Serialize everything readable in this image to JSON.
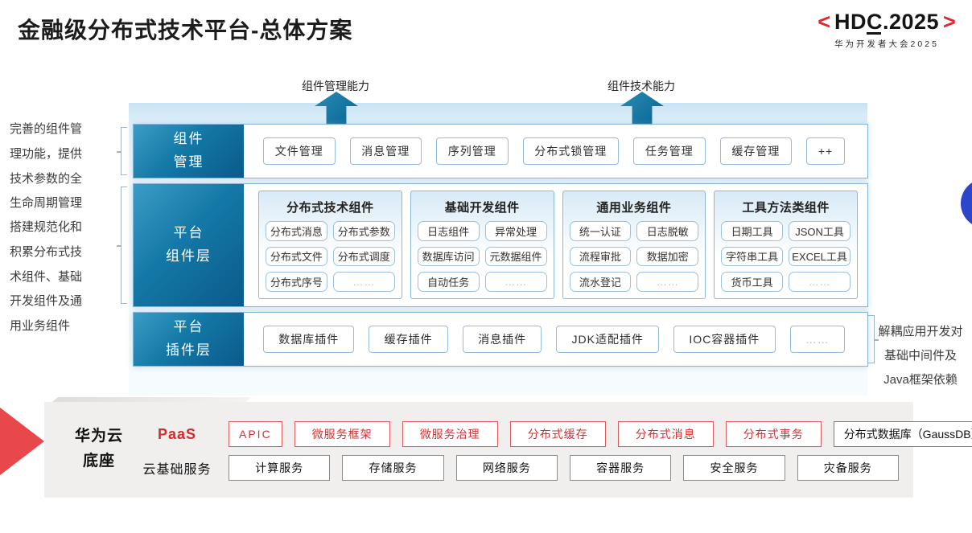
{
  "header": {
    "title": "金融级分布式技术平台-总体方案",
    "logo": {
      "left_angle": "<",
      "text": "HDC.2025",
      "right_angle": ">",
      "subtitle": "华为开发者大会2025"
    }
  },
  "arrows": [
    {
      "label": "组件管理能力"
    },
    {
      "label": "组件技术能力"
    }
  ],
  "annotations": {
    "left_top": "完善的组件管理功能，提供技术参数的全生命周期管理",
    "left_bottom": "搭建规范化和积累分布式技术组件、基础开发组件及通用业务组件",
    "right_lines": [
      "解耦应用开发对",
      "基础中间件及",
      "Java框架依赖"
    ]
  },
  "rows": {
    "component_mgmt": {
      "label_lines": [
        "组件",
        "管理"
      ],
      "items": [
        "文件管理",
        "消息管理",
        "序列管理",
        "分布式锁管理",
        "任务管理",
        "缓存管理",
        "++"
      ]
    },
    "platform_components": {
      "label_lines": [
        "平台",
        "组件层"
      ],
      "groups": [
        {
          "title": "分布式技术组件",
          "items": [
            "分布式消息",
            "分布式参数",
            "分布式文件",
            "分布式调度",
            "分布式序号",
            "……"
          ]
        },
        {
          "title": "基础开发组件",
          "items": [
            "日志组件",
            "异常处理",
            "数据库访问",
            "元数据组件",
            "自动任务",
            "……"
          ]
        },
        {
          "title": "通用业务组件",
          "items": [
            "统一认证",
            "日志脱敏",
            "流程审批",
            "数据加密",
            "流水登记",
            "……"
          ]
        },
        {
          "title": "工具方法类组件",
          "items": [
            "日期工具",
            "JSON工具",
            "字符串工具",
            "EXCEL工具",
            "货币工具",
            "……"
          ]
        }
      ]
    },
    "platform_plugins": {
      "label_lines": [
        "平台",
        "插件层"
      ],
      "items": [
        "数据库插件",
        "缓存插件",
        "消息插件",
        "JDK适配插件",
        "IOC容器插件",
        "……"
      ]
    }
  },
  "foundation": {
    "title_lines": [
      "华为云",
      "底座"
    ],
    "paas": {
      "label": "PaaS",
      "items": [
        "APIC",
        "微服务框架",
        "微服务治理",
        "分布式缓存",
        "分布式消息",
        "分布式事务"
      ],
      "db_item": "分布式数据库（GaussDB）"
    },
    "cloud": {
      "label": "云基础服务",
      "items": [
        "计算服务",
        "存储服务",
        "网络服务",
        "容器服务",
        "安全服务",
        "灾备服务"
      ]
    }
  },
  "colors": {
    "label_box_gradient_start": "#3b9cc6",
    "label_box_gradient_end": "#0a5a8b",
    "arrow_teal": "#157ca8",
    "button_border_blue": "#94bcdc",
    "accent_red": "#e8484b",
    "paas_red": "#d42b2b",
    "foundation_gray": "#f0efee",
    "blue_circle": "#2b46cb"
  }
}
